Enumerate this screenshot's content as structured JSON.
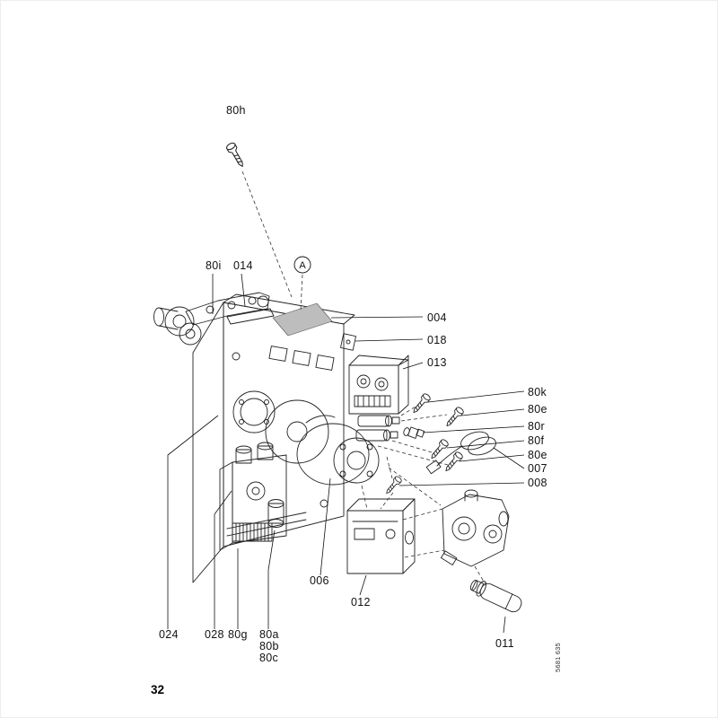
{
  "page": {
    "number": "32",
    "doc_code": "5681 635"
  },
  "diagram": {
    "marker": "A",
    "labels": {
      "p80h": "80h",
      "p80i": "80i",
      "p014": "014",
      "p004": "004",
      "p018": "018",
      "p013": "013",
      "p80k": "80k",
      "p80e_upper": "80e",
      "p80r": "80r",
      "p80f": "80f",
      "p80e_lower": "80e",
      "p007": "007",
      "p008": "008",
      "p006": "006",
      "p012": "012",
      "p011": "011",
      "p024": "024",
      "p028": "028",
      "p80g": "80g",
      "p80a": "80a",
      "p80b": "80b",
      "p80c": "80c"
    }
  }
}
